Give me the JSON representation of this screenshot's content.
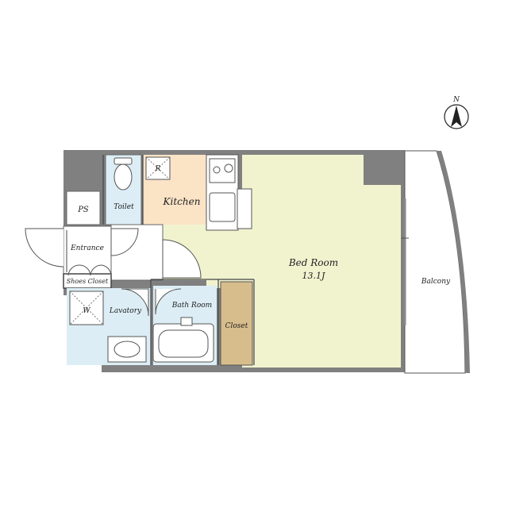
{
  "rooms": {
    "ps": "PS",
    "toilet": "Toilet",
    "kitchen": "Kitchen",
    "refrigerator": "R",
    "entrance": "Entrance",
    "shoes_closet": "Shoes Closet",
    "washer": "W",
    "lavatory": "Lavatory",
    "bath_room": "Bath Room",
    "closet": "Closet",
    "bed_room": "Bed Room",
    "bed_room_size": "13.1J",
    "balcony": "Balcony"
  },
  "compass": {
    "label": "N"
  },
  "colors": {
    "wall": "#808080",
    "bedroom": "#f1f3cf",
    "kitchen": "#fbe3c6",
    "wet_area": "#dcedf5",
    "closet": "#d8bd8c",
    "hallway": "#ffffff",
    "line": "#444444"
  }
}
